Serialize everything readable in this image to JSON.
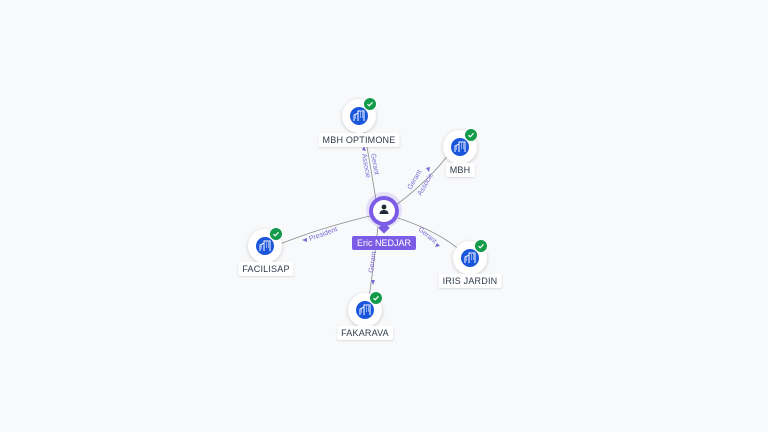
{
  "center": {
    "name": "Eric NEDJAR",
    "icon": "person-icon"
  },
  "companies": [
    {
      "id": "optimone",
      "name": "MBH OPTIMONE",
      "roles": [
        "Gerant",
        "Associe"
      ]
    },
    {
      "id": "mbh",
      "name": "MBH",
      "roles": [
        "Gerant",
        "Associe"
      ]
    },
    {
      "id": "iris",
      "name": "IRIS JARDIN",
      "roles": [
        "Gerant"
      ]
    },
    {
      "id": "fakarava",
      "name": "FAKARAVA",
      "roles": [
        "Gerant"
      ]
    },
    {
      "id": "facilisap",
      "name": "FACILISAP",
      "roles": [
        "President"
      ]
    }
  ],
  "icons": {
    "company": "building-icon",
    "status": "check-icon"
  },
  "colors": {
    "person": "#7c5ce6",
    "company": "#1a56db",
    "status": "#149a4b",
    "edge": "#8c8c8c",
    "role_label": "#7b6bd6"
  }
}
